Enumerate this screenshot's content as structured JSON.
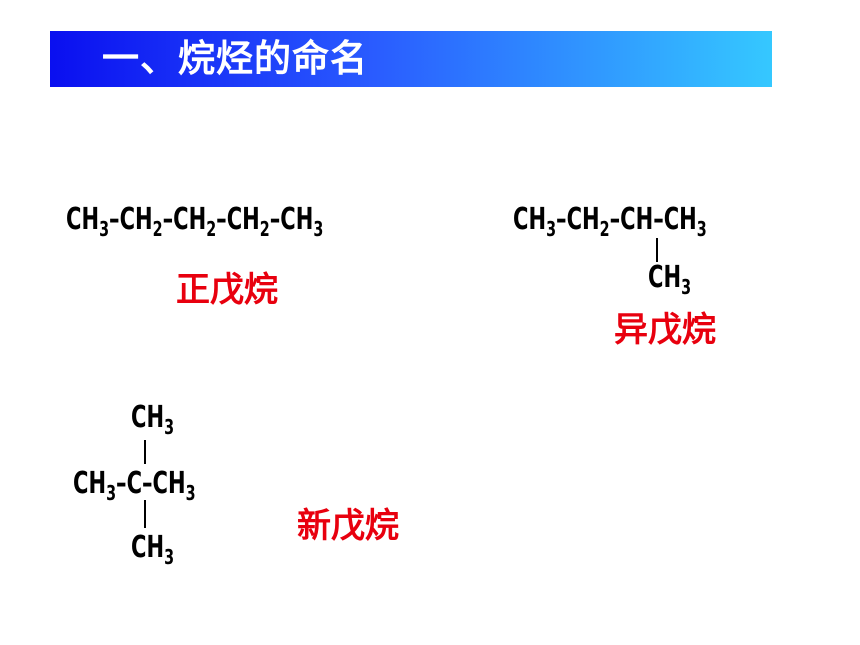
{
  "slide": {
    "title": "一、烷烃的命名"
  },
  "molecules": [
    {
      "id": "n-pentane",
      "name": "正戊烷",
      "main_chain": [
        "CH",
        "3",
        "CH",
        "2",
        "CH",
        "2",
        "CH",
        "2",
        "CH",
        "3"
      ]
    },
    {
      "id": "isopentane",
      "name": "异戊烷",
      "main_chain": [
        "CH",
        "3",
        "CH",
        "2",
        "CH",
        "CH",
        "3"
      ],
      "branch": [
        "CH",
        "3"
      ]
    },
    {
      "id": "neopentane",
      "name": "新戊烷",
      "top": [
        "CH",
        "3"
      ],
      "left": [
        "CH",
        "3"
      ],
      "center": "C",
      "right": [
        "CH",
        "3"
      ],
      "bottom": [
        "CH",
        "3"
      ]
    }
  ],
  "colors": {
    "title_gradient_start": "#0a0ff0",
    "title_gradient_end": "#35c8ff",
    "name_color": "#e8000e"
  }
}
